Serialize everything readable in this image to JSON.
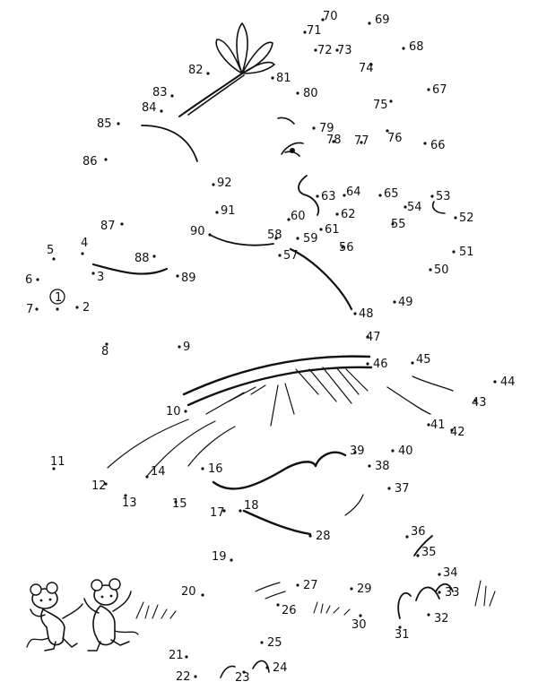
{
  "labels": [
    "1",
    "2",
    "3",
    "4",
    "5",
    "6",
    "7",
    "8",
    "9",
    "10",
    "11",
    "12",
    "13",
    "14",
    "15",
    "16",
    "17",
    "18",
    "19",
    "20",
    "21",
    "22",
    "23",
    "24",
    "25",
    "26",
    "27",
    "28",
    "29",
    "30",
    "31",
    "32",
    "33",
    "34",
    "35",
    "36",
    "37",
    "38",
    "39",
    "40",
    "41",
    "42",
    "43",
    "44",
    "45",
    "46",
    "47",
    "48",
    "49",
    "50",
    "51",
    "52",
    "53",
    "54",
    "55",
    "56",
    "57",
    "58",
    "59",
    "60",
    "61",
    "62",
    "63",
    "64",
    "65",
    "66",
    "67",
    "68",
    "69",
    "70",
    "71",
    "72",
    "73",
    "74",
    "75",
    "76",
    "77",
    "78",
    "79",
    "80",
    "81",
    "82",
    "83",
    "84",
    "85",
    "86",
    "87",
    "88",
    "89",
    "90",
    "91",
    "92"
  ],
  "colors": {
    "ink": "#111111",
    "background": "#ffffff"
  }
}
